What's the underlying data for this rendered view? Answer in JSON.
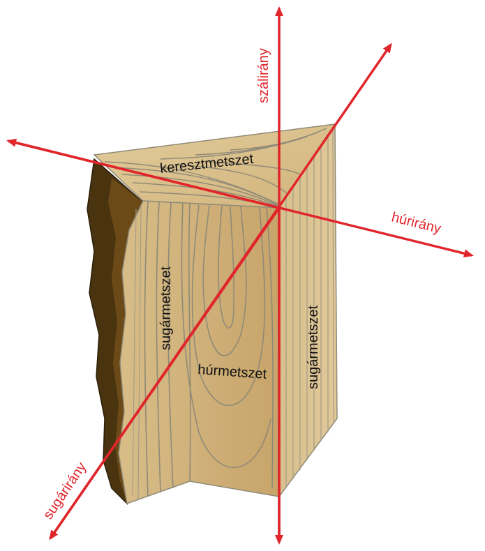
{
  "labels": {
    "cross_section": "keresztmetszet",
    "radial_section_left": "sugármetszet",
    "radial_section_right": "sugármetszet",
    "tangential_section": "húrmetszet",
    "fiber_direction": "szálirány",
    "tangential_direction": "húrirány",
    "radial_direction": "sugárirány"
  },
  "colors": {
    "axis": "#e0252b",
    "wood_light": "#dcc290",
    "wood_mid": "#c9a86e",
    "wood_dark": "#b08e55",
    "grain": "#8f8a78",
    "bark_dark": "#4a3410",
    "bark_mid": "#6b4a18"
  }
}
